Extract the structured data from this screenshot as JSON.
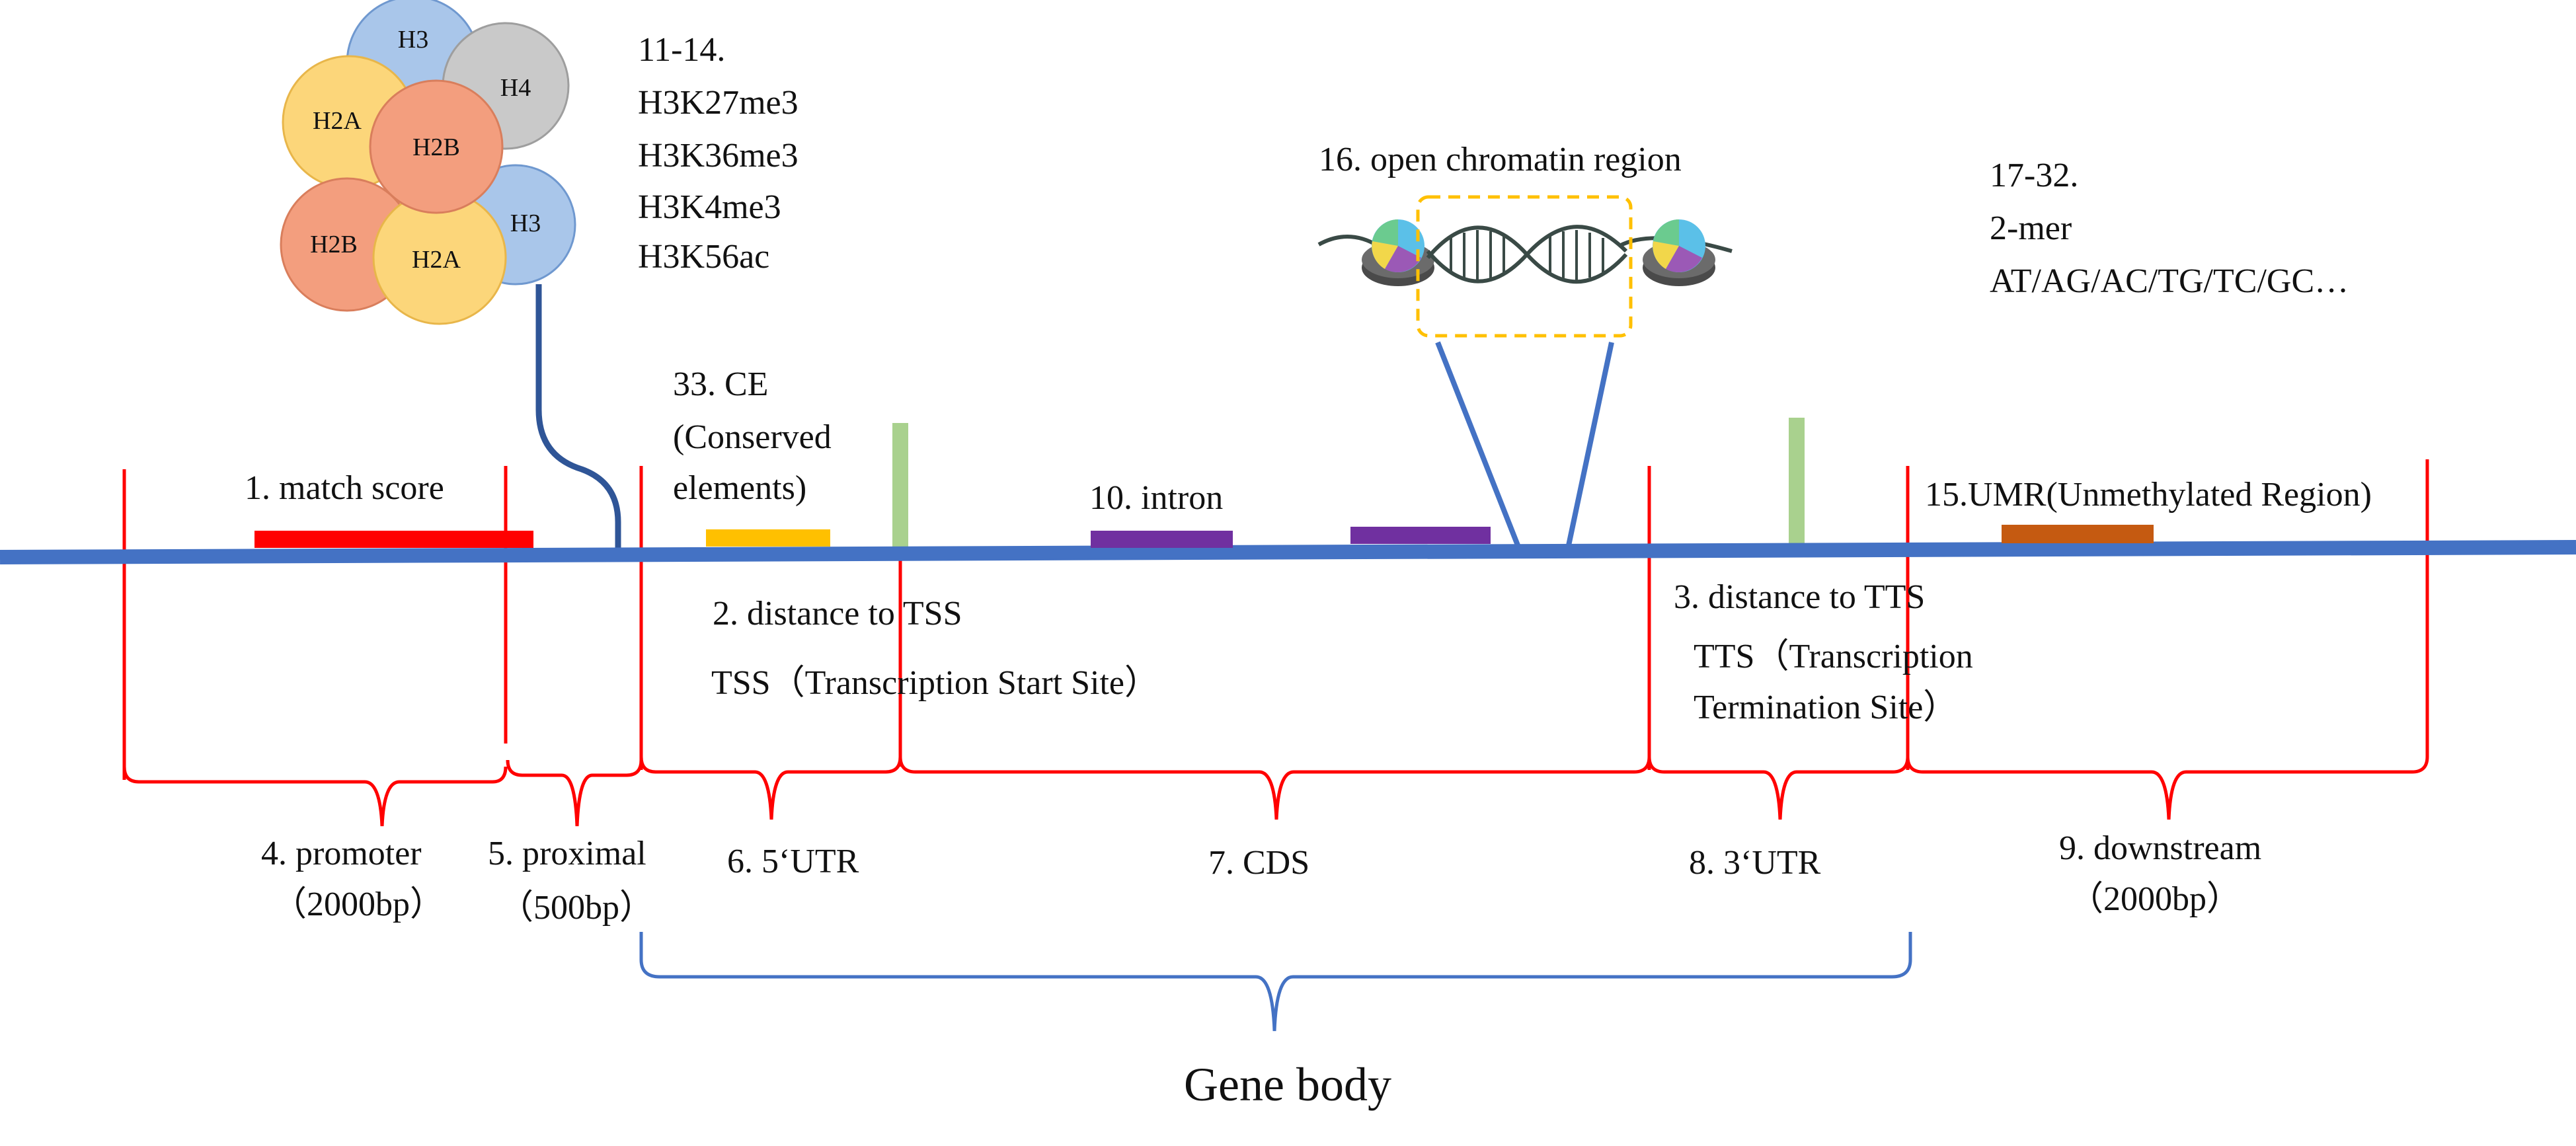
{
  "histone": {
    "subunits": [
      {
        "label": "H3",
        "color": "#A9C6EA"
      },
      {
        "label": "H4",
        "color": "#C9C9C9"
      },
      {
        "label": "H2A",
        "color": "#FCD67A"
      },
      {
        "label": "H2B",
        "color": "#F39E7E"
      },
      {
        "label": "H3",
        "color": "#A9C6EA"
      },
      {
        "label": "H2B",
        "color": "#F39E7E"
      },
      {
        "label": "H2A",
        "color": "#FCD67A"
      }
    ],
    "marks": [
      "11-14.",
      "H3K27me3",
      "H3K36me3",
      "H3K4me3",
      "H3K56ac"
    ]
  },
  "features": {
    "match_score": "1. match score",
    "ce_lines": [
      "33. CE",
      "(Conserved",
      "elements)"
    ],
    "intron": "10. intron",
    "open_chromatin": "16. open chromatin region",
    "kmer_lines": [
      "17-32.",
      "2-mer",
      "AT/AG/AC/TG/TC/GC…"
    ],
    "umr": "15.UMR(Unmethylated Region)",
    "dist_tss": "2. distance to TSS",
    "tss_def": "TSS（Transcription Start Site）",
    "dist_tts": "3. distance to TTS",
    "tts_def_lines": [
      "TTS（Transcription",
      "Termination Site）"
    ]
  },
  "regions": {
    "promoter_lines": [
      "4. promoter",
      "（2000bp）"
    ],
    "proximal_lines": [
      "5. proximal",
      "（500bp）"
    ],
    "utr5": "6. 5‘UTR",
    "cds": "7. CDS",
    "utr3": "8. 3‘UTR",
    "downstream_lines": [
      "9. downstream",
      "（2000bp）"
    ],
    "gene_body": "Gene body"
  },
  "colors": {
    "dna_line": "#4472C4",
    "bracket": "#FF0000",
    "match_score_bar": "#FF0000",
    "ce_bar": "#FFC000",
    "intron_bar": "#7030A0",
    "umr_bar": "#C55A11",
    "marker_green": "#A9D18E",
    "tether": "#2F5597",
    "gene_body_bracket": "#4472C4",
    "open_box": "#FFC000"
  }
}
